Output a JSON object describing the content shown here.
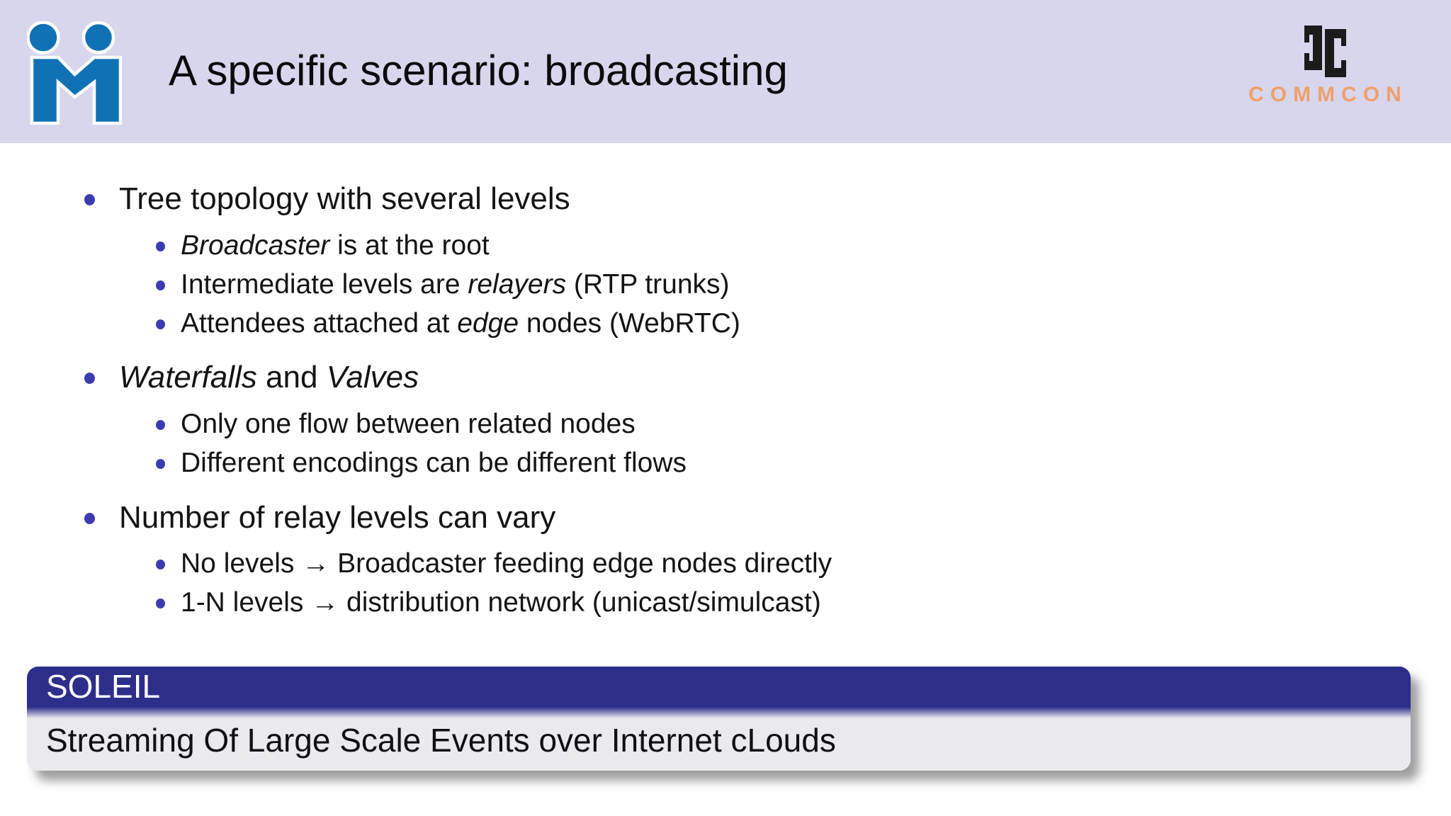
{
  "slide": {
    "title": "A specific scenario: broadcasting",
    "header": {
      "meetecho_logo": "meetecho-logo",
      "commcon_logo": "commcon-logo",
      "commcon_wordmark": "COMMCON"
    },
    "bullets": [
      {
        "level": 1,
        "segments": [
          {
            "t": "Tree topology with several levels",
            "i": false
          }
        ]
      },
      {
        "level": 2,
        "segments": [
          {
            "t": "Broadcaster",
            "i": true
          },
          {
            "t": " is at the root",
            "i": false
          }
        ]
      },
      {
        "level": 2,
        "segments": [
          {
            "t": "Intermediate levels are ",
            "i": false
          },
          {
            "t": "relayers",
            "i": true
          },
          {
            "t": " (RTP trunks)",
            "i": false
          }
        ]
      },
      {
        "level": 2,
        "segments": [
          {
            "t": "Attendees attached at ",
            "i": false
          },
          {
            "t": "edge",
            "i": true
          },
          {
            "t": " nodes (WebRTC)",
            "i": false
          }
        ]
      },
      {
        "level": 1,
        "segments": [
          {
            "t": "Waterfalls",
            "i": true
          },
          {
            "t": " and ",
            "i": false
          },
          {
            "t": "Valves",
            "i": true
          }
        ]
      },
      {
        "level": 2,
        "segments": [
          {
            "t": "Only one flow between related nodes",
            "i": false
          }
        ]
      },
      {
        "level": 2,
        "segments": [
          {
            "t": "Different encodings can be different flows",
            "i": false
          }
        ]
      },
      {
        "level": 1,
        "segments": [
          {
            "t": "Number of relay levels can vary",
            "i": false
          }
        ]
      },
      {
        "level": 2,
        "segments": [
          {
            "t": "No levels → Broadcaster feeding edge nodes directly",
            "i": false
          }
        ]
      },
      {
        "level": 2,
        "segments": [
          {
            "t": "1-N levels → distribution network (unicast/simulcast)",
            "i": false
          }
        ]
      }
    ],
    "block": {
      "title": "SOLEIL",
      "body": "Streaming Of Large Scale Events over Internet cLouds"
    },
    "colors": {
      "band_bg": "#d8d6ec",
      "structure": "#3c3cb0",
      "block_title_bg": "#2d2d8a",
      "block_body_bg": "#e9e9ee",
      "meetecho_blue": "#1072b5",
      "commcon_orange": "#f0a06c",
      "commcon_black": "#1b1b1b"
    }
  }
}
